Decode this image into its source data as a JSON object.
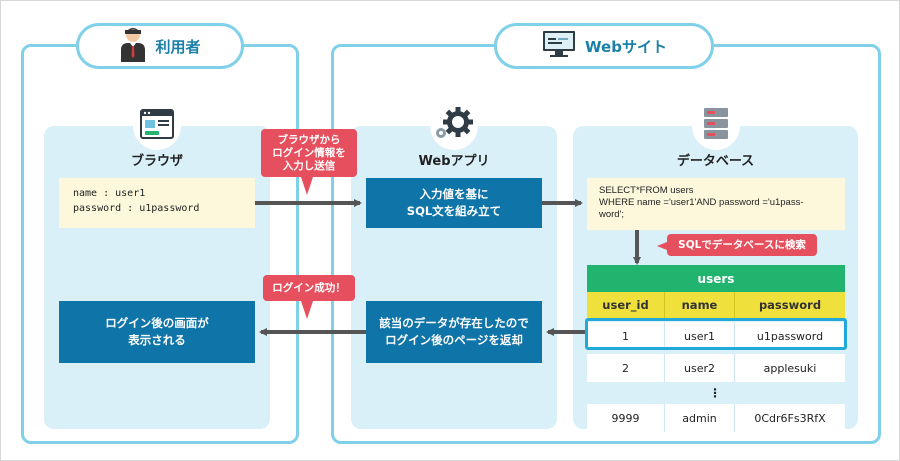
{
  "zones": {
    "user": {
      "label": "利用者"
    },
    "web": {
      "label": "Webサイト"
    }
  },
  "panels": {
    "browser": {
      "title": "ブラウザ"
    },
    "app": {
      "title": "Webアプリ"
    },
    "db": {
      "title": "データベース"
    }
  },
  "login_form": {
    "line1": "name : user1",
    "line2": "password : u1password"
  },
  "sql_box": {
    "line1": "SELECT*FROM users",
    "line2": "WHERE name ='user1'AND password ='u1pass-",
    "line3": "word';"
  },
  "actions": {
    "build": {
      "line1": "入力値を基に",
      "line2": "SQL文を組み立て"
    },
    "return": {
      "line1": "該当のデータが存在したので",
      "line2": "ログイン後のページを返却"
    },
    "display": {
      "line1": "ログイン後の画面が",
      "line2": "表示される"
    }
  },
  "callouts": {
    "input": {
      "line1": "ブラウザから",
      "line2": "ログイン情報を",
      "line3": "入力し送信"
    },
    "search": "SQLでデータベースに検索",
    "success": "ログイン成功！"
  },
  "table": {
    "name": "users",
    "headers": [
      "user_id",
      "name",
      "password"
    ],
    "rows": [
      [
        "1",
        "user1",
        "u1password"
      ],
      [
        "2",
        "user2",
        "applesuki"
      ]
    ],
    "ellipsis": "⋮",
    "last_row": [
      "9999",
      "admin",
      "0Cdr6Fs3RfX"
    ]
  },
  "colors": {
    "zone_border": "#7fd0e8",
    "panel_bg": "#d9f0f8",
    "action_bg": "#0f74a8",
    "callout_bg": "#e6505e",
    "table_title_bg": "#21b46f",
    "table_header_bg": "#f0e03c",
    "highlight": "#21a9d9",
    "arrow": "#555555"
  }
}
